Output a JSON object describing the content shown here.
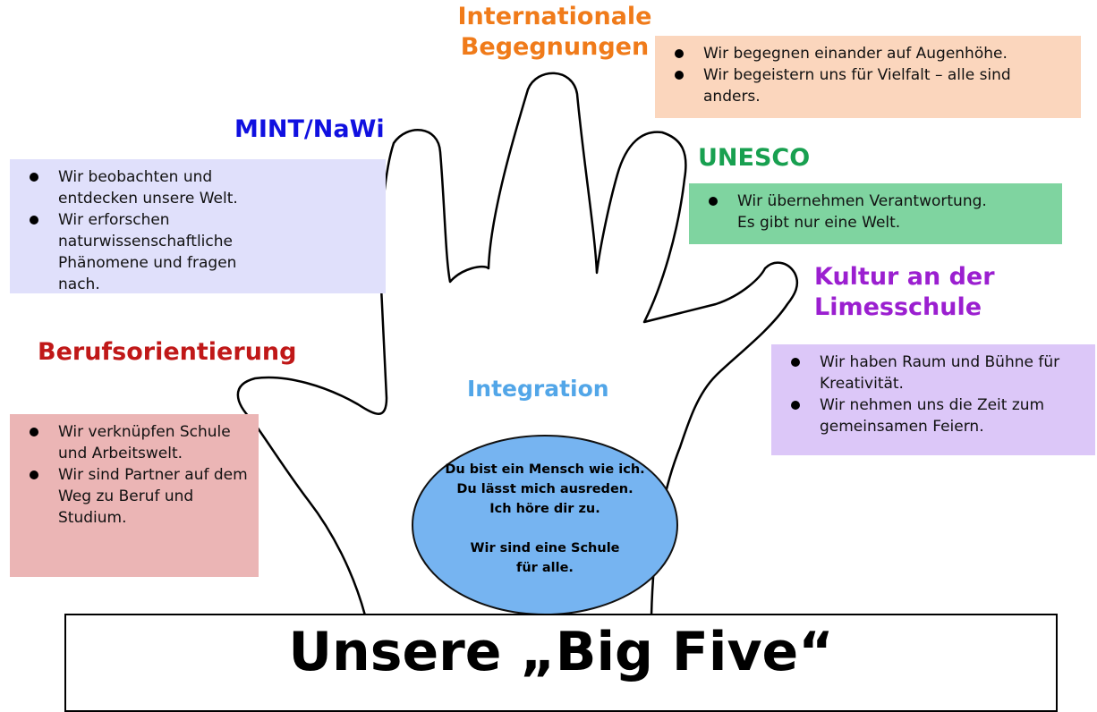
{
  "title": "Unsere „Big Five“",
  "colors": {
    "intl_heading": "#f07b1a",
    "intl_box": "#fbd6bd",
    "mint_heading": "#1010e0",
    "mint_box": "#e0e0fb",
    "unesco_heading": "#18a050",
    "unesco_box": "#7fd4a0",
    "kultur_heading": "#9b1fd0",
    "kultur_box": "#dcc7f8",
    "beruf_heading": "#c01818",
    "beruf_box": "#ebb5b5",
    "integration_heading": "#52a6e8",
    "integration_circle": "#76b4f1"
  },
  "sections": {
    "international": {
      "heading": [
        "Internationale",
        "Begegnungen"
      ],
      "items": [
        "Wir begegnen einander auf Augenhöhe.",
        "Wir begeistern uns für Vielfalt – alle sind anders."
      ]
    },
    "mint": {
      "heading": "MINT/NaWi",
      "items": [
        "Wir beobachten und entdecken unsere Welt.",
        "Wir erforschen naturwissenschaftliche Phänomene und fragen nach."
      ]
    },
    "unesco": {
      "heading": "UNESCO",
      "items": [
        "Wir übernehmen Verantwortung. Es gibt nur eine Welt."
      ]
    },
    "kultur": {
      "heading": [
        "Kultur an der",
        "Limesschule"
      ],
      "items": [
        "Wir haben Raum und Bühne für Kreativität.",
        "Wir nehmen uns die Zeit zum gemeinsamen Feiern."
      ]
    },
    "beruf": {
      "heading": "Berufsorientierung",
      "items": [
        "Wir verknüpfen Schule und Arbeitswelt.",
        "Wir sind Partner auf dem Weg zu Beruf und Studium."
      ]
    },
    "integration": {
      "heading": "Integration",
      "lines": [
        "Du bist ein Mensch wie ich.",
        "Du lässt mich ausreden.",
        "Ich höre dir zu.",
        "",
        "Wir sind eine Schule",
        "für alle."
      ]
    }
  }
}
